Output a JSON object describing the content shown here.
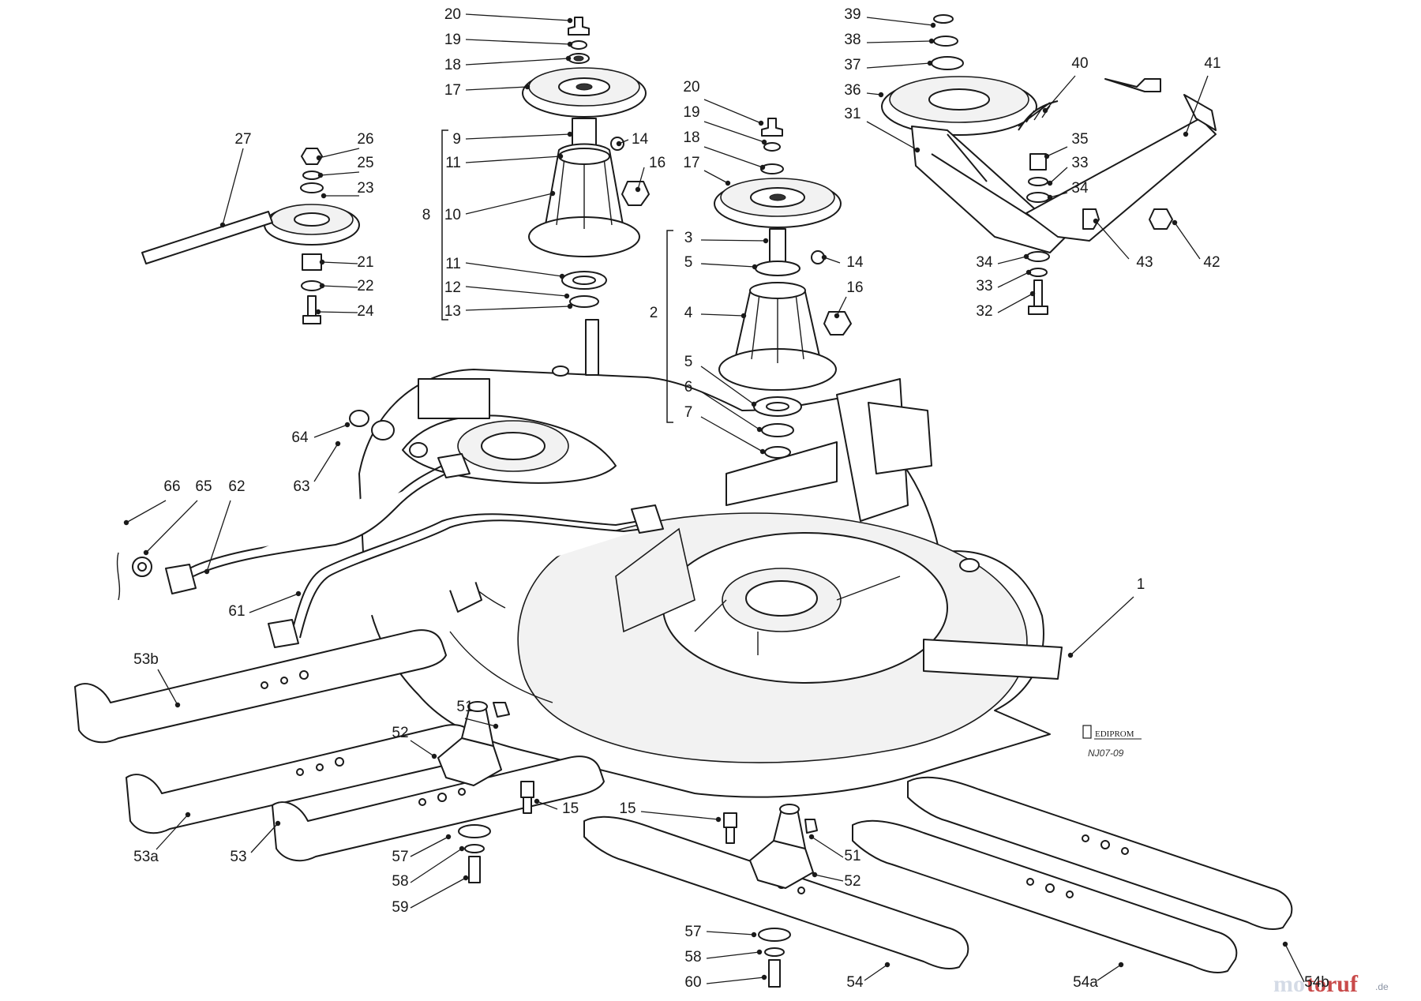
{
  "drawing": {
    "reference_code": "NJ07-09",
    "stamp_text": "EDIPROM",
    "watermark": {
      "part_a": "mo",
      "part_b": "toruf",
      "suffix": ".de"
    }
  },
  "groups": [
    {
      "label": "8"
    },
    {
      "label": "2"
    }
  ],
  "parts": [
    {
      "label": "20"
    },
    {
      "label": "19"
    },
    {
      "label": "18"
    },
    {
      "label": "17"
    },
    {
      "label": "9"
    },
    {
      "label": "14"
    },
    {
      "label": "11"
    },
    {
      "label": "16"
    },
    {
      "label": "10"
    },
    {
      "label": "11"
    },
    {
      "label": "12"
    },
    {
      "label": "13"
    },
    {
      "label": "27"
    },
    {
      "label": "26"
    },
    {
      "label": "25"
    },
    {
      "label": "23"
    },
    {
      "label": "21"
    },
    {
      "label": "22"
    },
    {
      "label": "24"
    },
    {
      "label": "20"
    },
    {
      "label": "19"
    },
    {
      "label": "18"
    },
    {
      "label": "17"
    },
    {
      "label": "3"
    },
    {
      "label": "5"
    },
    {
      "label": "14"
    },
    {
      "label": "16"
    },
    {
      "label": "4"
    },
    {
      "label": "5"
    },
    {
      "label": "6"
    },
    {
      "label": "7"
    },
    {
      "label": "39"
    },
    {
      "label": "38"
    },
    {
      "label": "37"
    },
    {
      "label": "36"
    },
    {
      "label": "31"
    },
    {
      "label": "40"
    },
    {
      "label": "41"
    },
    {
      "label": "35"
    },
    {
      "label": "33"
    },
    {
      "label": "34"
    },
    {
      "label": "43"
    },
    {
      "label": "42"
    },
    {
      "label": "34"
    },
    {
      "label": "33"
    },
    {
      "label": "32"
    },
    {
      "label": "64"
    },
    {
      "label": "63"
    },
    {
      "label": "66"
    },
    {
      "label": "65"
    },
    {
      "label": "62"
    },
    {
      "label": "61"
    },
    {
      "label": "1"
    },
    {
      "label": "53b"
    },
    {
      "label": "51"
    },
    {
      "label": "52"
    },
    {
      "label": "15"
    },
    {
      "label": "53a"
    },
    {
      "label": "53"
    },
    {
      "label": "57"
    },
    {
      "label": "58"
    },
    {
      "label": "59"
    },
    {
      "label": "15"
    },
    {
      "label": "51"
    },
    {
      "label": "52"
    },
    {
      "label": "57"
    },
    {
      "label": "58"
    },
    {
      "label": "60"
    },
    {
      "label": "54"
    },
    {
      "label": "54a"
    },
    {
      "label": "54b"
    }
  ]
}
